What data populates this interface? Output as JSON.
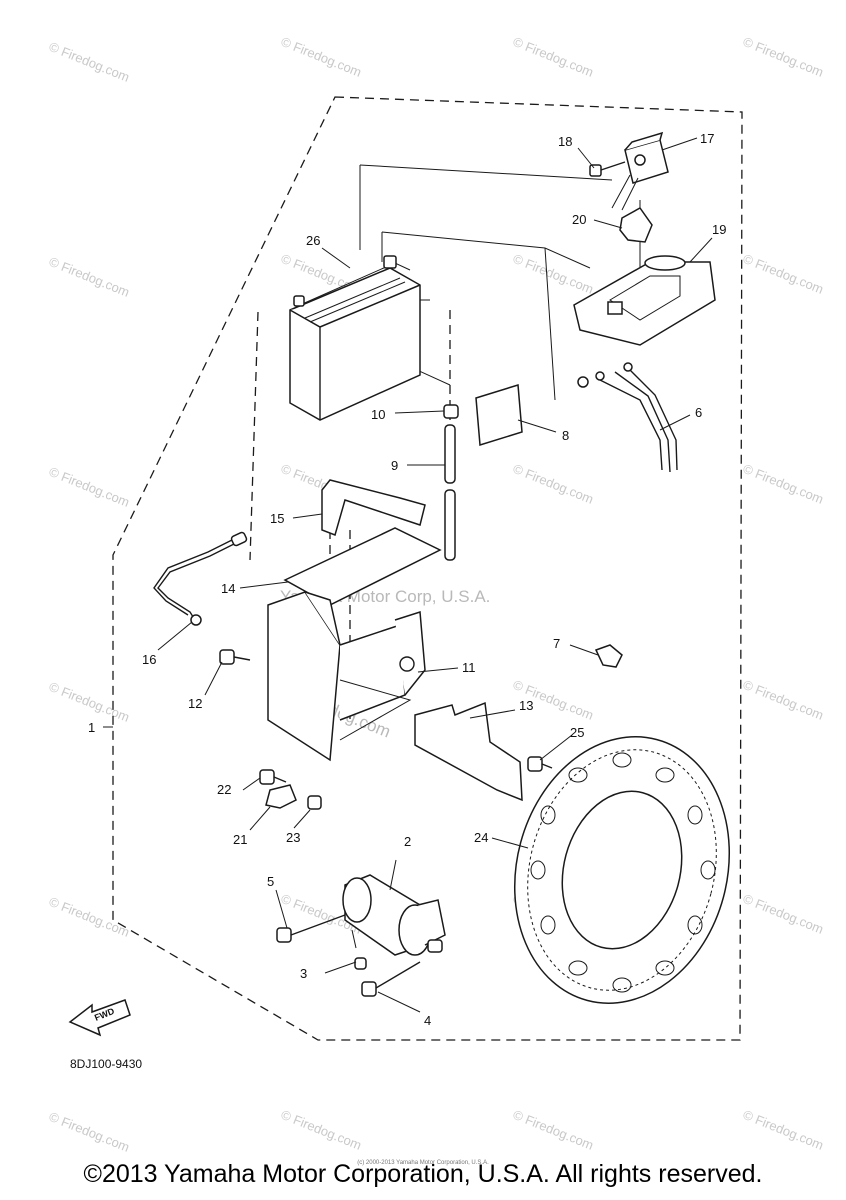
{
  "watermark": {
    "text": "© Firedog.com",
    "center_text": "Yamaha Motor Corp, U.S.A.",
    "mid_text": "© Firedog.com"
  },
  "diagram_code": "8DJ100-9430",
  "fwd_label": "FWD",
  "tiny_note": "(c) 2000-2013 Yamaha Motor Corporation, U.S.A.",
  "copyright": "©2013 Yamaha Motor Corporation, U.S.A. All rights reserved.",
  "callouts": {
    "c1": "1",
    "c2": "2",
    "c3": "3",
    "c4": "4",
    "c5": "5",
    "c6": "6",
    "c7": "7",
    "c8": "8",
    "c9": "9",
    "c10": "10",
    "c11": "11",
    "c12": "12",
    "c13": "13",
    "c14": "14",
    "c15": "15",
    "c16": "16",
    "c17": "17",
    "c18": "18",
    "c19": "19",
    "c20": "20",
    "c21": "21",
    "c22": "22",
    "c23": "23",
    "c24": "24",
    "c25": "25",
    "c26": "26"
  }
}
